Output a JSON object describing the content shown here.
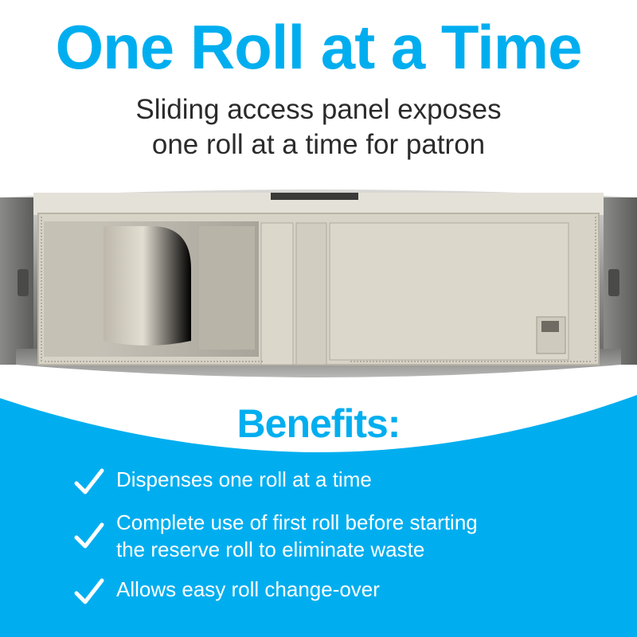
{
  "colors": {
    "accent": "#00AEEF",
    "subtitle_text": "#2B2B2B",
    "benefit_text": "#FFFFFF",
    "background": "#FFFFFF"
  },
  "header": {
    "title": "One Roll at a Time",
    "subtitle_line1": "Sliding access panel exposes",
    "subtitle_line2": "one roll at a time for patron"
  },
  "product_image": {
    "alt": "Cutaway view of toilet tissue dispenser with sliding access panel showing one roll exposed"
  },
  "benefits": {
    "heading": "Benefits:",
    "icon": "checkmark-icon",
    "items": [
      {
        "line1": "Dispenses one roll at a time",
        "line2": ""
      },
      {
        "line1": "Complete use of first roll before starting",
        "line2": "the reserve roll to eliminate waste"
      },
      {
        "line1": "Allows easy roll change-over",
        "line2": ""
      }
    ]
  }
}
